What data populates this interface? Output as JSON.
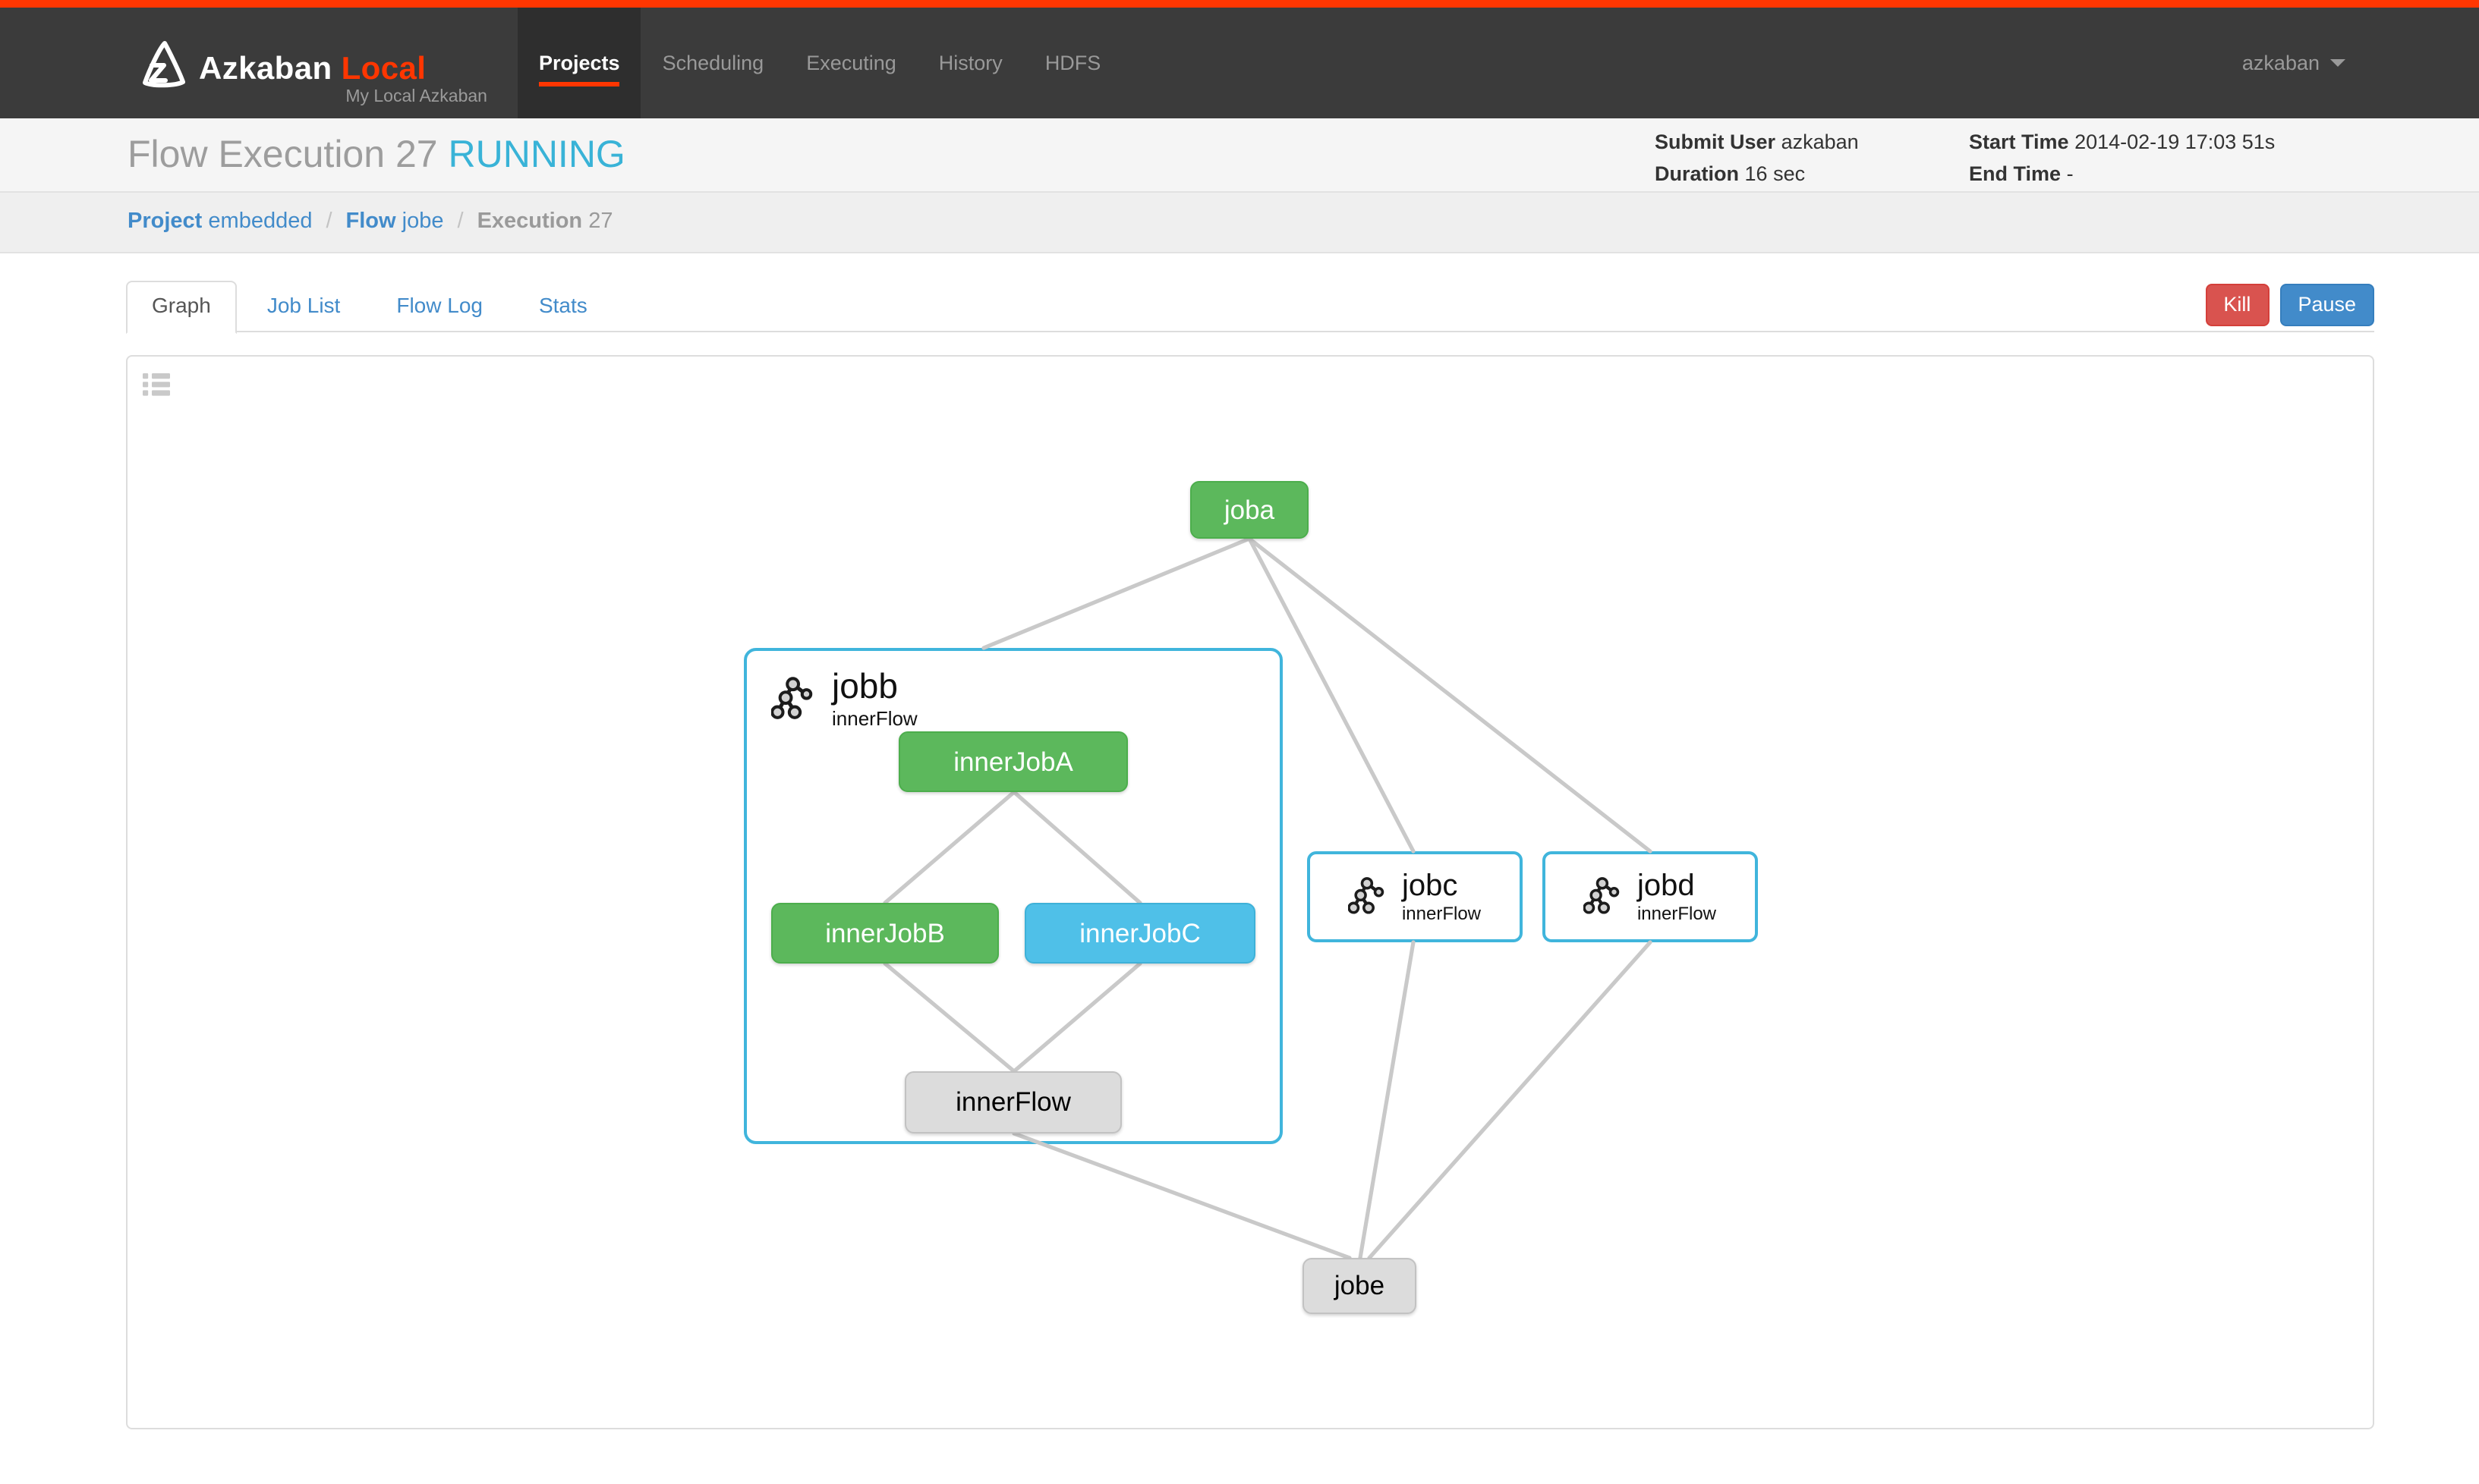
{
  "colors": {
    "accent_orange": "#ff3601",
    "navbar_bg": "#3b3b3b",
    "link_blue": "#428bca",
    "status_running_text": "#39b3d7",
    "kill_red": "#d9534f",
    "pause_blue": "#428bca",
    "node_success": "#5cb85c",
    "node_running": "#4fc0e8",
    "node_ready": "#dcdcdc",
    "embedded_flow_border": "#40b5dc",
    "edge_gray": "#c9c9c9"
  },
  "navbar": {
    "brand": "Azkaban",
    "brand_accent": "Local",
    "subtitle": "My Local Azkaban",
    "items": [
      {
        "label": "Projects",
        "active": true
      },
      {
        "label": "Scheduling",
        "active": false
      },
      {
        "label": "Executing",
        "active": false
      },
      {
        "label": "History",
        "active": false
      },
      {
        "label": "HDFS",
        "active": false
      }
    ],
    "user": "azkaban",
    "icons": {
      "brand_logo": "azkaban-logo-icon",
      "user_caret": "caret-down-icon"
    }
  },
  "header": {
    "title": "Flow Execution",
    "execution_id": "27",
    "status": "RUNNING",
    "info": [
      {
        "label": "Submit User",
        "value": "azkaban"
      },
      {
        "label": "Duration",
        "value": "16 sec"
      },
      {
        "label": "Start Time",
        "value": "2014-02-19 17:03 51s"
      },
      {
        "label": "End Time",
        "value": "-"
      }
    ]
  },
  "breadcrumb": {
    "separator": "/",
    "segments": [
      {
        "label": "Project",
        "value": "embedded"
      },
      {
        "label": "Flow",
        "value": "jobe"
      },
      {
        "label": "Execution",
        "value": "27"
      }
    ]
  },
  "tabs": {
    "items": [
      {
        "label": "Graph",
        "active": true
      },
      {
        "label": "Job List",
        "active": false
      },
      {
        "label": "Flow Log",
        "active": false
      },
      {
        "label": "Stats",
        "active": false
      }
    ]
  },
  "actions": {
    "kill": "Kill",
    "pause": "Pause"
  },
  "graph": {
    "panel_icon": "list-icon",
    "nodes": {
      "joba": {
        "label": "joba",
        "status": "success"
      },
      "jobb": {
        "label": "jobb",
        "subtitle": "innerFlow",
        "type": "embedded-flow",
        "status": "running"
      },
      "innerJobA": {
        "label": "innerJobA",
        "status": "success"
      },
      "innerJobB": {
        "label": "innerJobB",
        "status": "success"
      },
      "innerJobC": {
        "label": "innerJobC",
        "status": "running"
      },
      "innerFlow": {
        "label": "innerFlow",
        "status": "ready"
      },
      "jobc": {
        "label": "jobc",
        "subtitle": "innerFlow",
        "type": "embedded-flow",
        "status": "running"
      },
      "jobd": {
        "label": "jobd",
        "subtitle": "innerFlow",
        "type": "embedded-flow",
        "status": "running"
      },
      "jobe": {
        "label": "jobe",
        "status": "ready"
      }
    },
    "edges": [
      [
        "joba",
        "jobb"
      ],
      [
        "joba",
        "jobc"
      ],
      [
        "joba",
        "jobd"
      ],
      [
        "innerJobA",
        "innerJobB"
      ],
      [
        "innerJobA",
        "innerJobC"
      ],
      [
        "innerJobB",
        "innerFlow"
      ],
      [
        "innerJobC",
        "innerFlow"
      ],
      [
        "innerFlow",
        "jobe"
      ],
      [
        "jobc",
        "jobe"
      ],
      [
        "jobd",
        "jobe"
      ]
    ]
  }
}
